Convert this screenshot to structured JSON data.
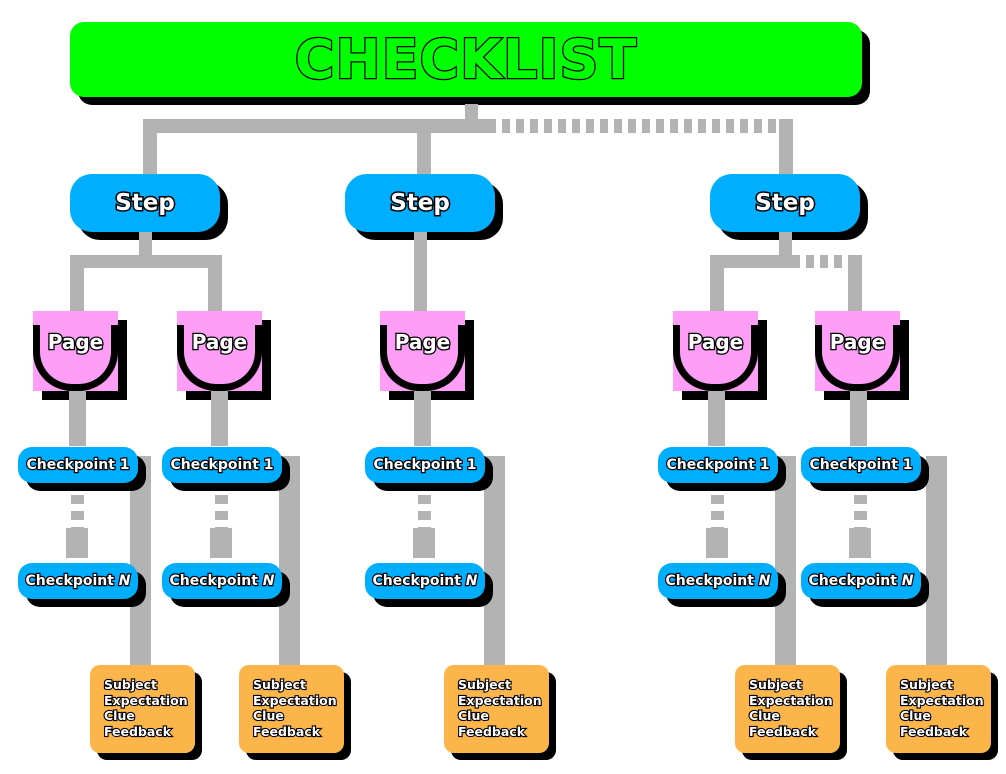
{
  "diagram": {
    "title": "CHECKLIST",
    "colors": {
      "title_fill": "#00ff00",
      "step_fill": "#00aeff",
      "page_fill": "#ff9ef7",
      "checkpoint_fill": "#00aeff",
      "detail_fill": "#fcb54b",
      "connector": "#b3b3b3",
      "shadow": "#000000",
      "background": "#ffffff"
    },
    "labels": {
      "step": "Step",
      "page": "Page",
      "checkpoint_first": "Checkpoint 1",
      "checkpoint_last_prefix": "Checkpoint ",
      "checkpoint_last_suffix": "N"
    },
    "detail_lines": [
      "Subject",
      "Expectation",
      "Clue",
      "Feedback"
    ],
    "steps": [
      {
        "label": "Step",
        "pages": 2
      },
      {
        "label": "Step",
        "pages": 1
      },
      {
        "label": "Step",
        "pages": 2
      }
    ]
  }
}
